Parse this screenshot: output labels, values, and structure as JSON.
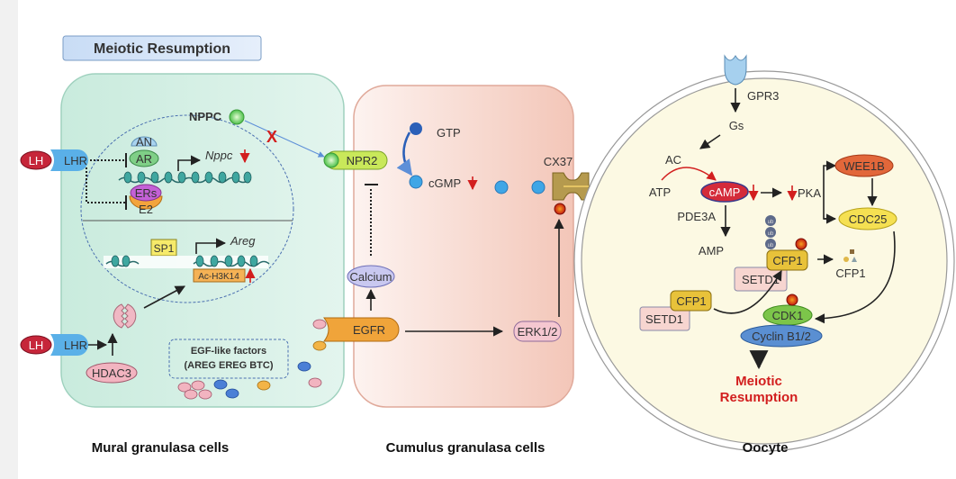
{
  "title": "Meiotic Resumption",
  "mural": {
    "caption": "Mural granulasa cells",
    "lh": "LH",
    "lhr": "LHR",
    "lh2": "LH",
    "lhr2": "LHR",
    "nppc": "NPPC",
    "block_mark": "X",
    "an": "AN",
    "ar": "AR",
    "nppc_gene": "Nppc",
    "ers": "ERs",
    "e2": "E2",
    "sp1": "SP1",
    "areg_gene": "Areg",
    "acetyl": "Ac-H3K14",
    "hdac3": "HDAC3",
    "egf_title": "EGF-like factors",
    "egf_list": "(AREG  EREG  BTC)"
  },
  "cumulus": {
    "caption": "Cumulus granulasa cells",
    "npr2": "NPR2",
    "gtp": "GTP",
    "cgmp": "cGMP",
    "calcium": "Calcium",
    "egfr": "EGFR",
    "erk": "ERK1/2",
    "cx37": "CX37",
    "p": "P"
  },
  "oocyte": {
    "caption": "Oocyte",
    "gpr3": "GPR3",
    "gs": "Gs",
    "ac": "AC",
    "atp": "ATP",
    "camp": "cAMP",
    "pka": "PKA",
    "pde3a": "PDE3A",
    "amp": "AMP",
    "wee1b": "WEE1B",
    "cdc25": "CDC25",
    "ub": "ub",
    "cfp1": "CFP1",
    "setd1": "SETD1",
    "cfp1_free": "CFP1",
    "cfp1_b": "CFP1",
    "setd1_b": "SETD1",
    "cdk1": "CDK1",
    "cyclin": "Cyclin B1/2",
    "p": "P",
    "outcome_1": "Meiotic",
    "outcome_2": "Resumption"
  },
  "colors": {
    "mural_cell": "#d3efe4",
    "cumulus_cell": "#f6d3c8",
    "oocyte": "#fcf9e3",
    "accent_red": "#d21e1e"
  }
}
